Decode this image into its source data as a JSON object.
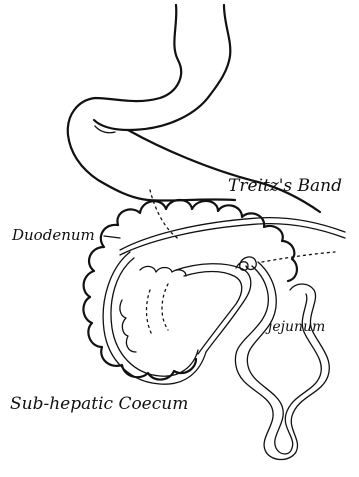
{
  "labels": {
    "treitz_band": "Treitz's Band",
    "duodenum": "Duodenum",
    "jejunum": "jejunum",
    "subhepatic_caecum": "Sub-hepatic Coecum"
  },
  "colors": {
    "ink": "#111111",
    "paper": "#ffffff"
  }
}
